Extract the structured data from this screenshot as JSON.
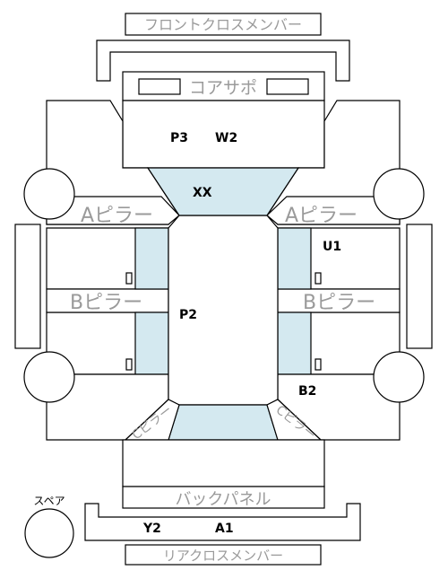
{
  "labels": {
    "front_cross_member": "フロントクロスメンバー",
    "radiator_support": "コアサポ",
    "a_pillar_left": "Aピラー",
    "a_pillar_right": "Aピラー",
    "b_pillar_left": "Bピラー",
    "b_pillar_right": "Bピラー",
    "back_panel": "バックパネル",
    "rear_cross_member": "リアクロスメンバー",
    "spare": "スペア",
    "rear_pillar_left": "Cピラー",
    "rear_pillar_right": "Cピラー"
  },
  "damage_codes": {
    "p3": "P3",
    "w2": "W2",
    "xx": "XX",
    "u1": "U1",
    "p2": "P2",
    "b2": "B2",
    "y2": "Y2",
    "a1": "A1"
  },
  "colors": {
    "glass": "#d4e9f0",
    "outline": "#000000",
    "part_label": "#9a9a9a"
  }
}
